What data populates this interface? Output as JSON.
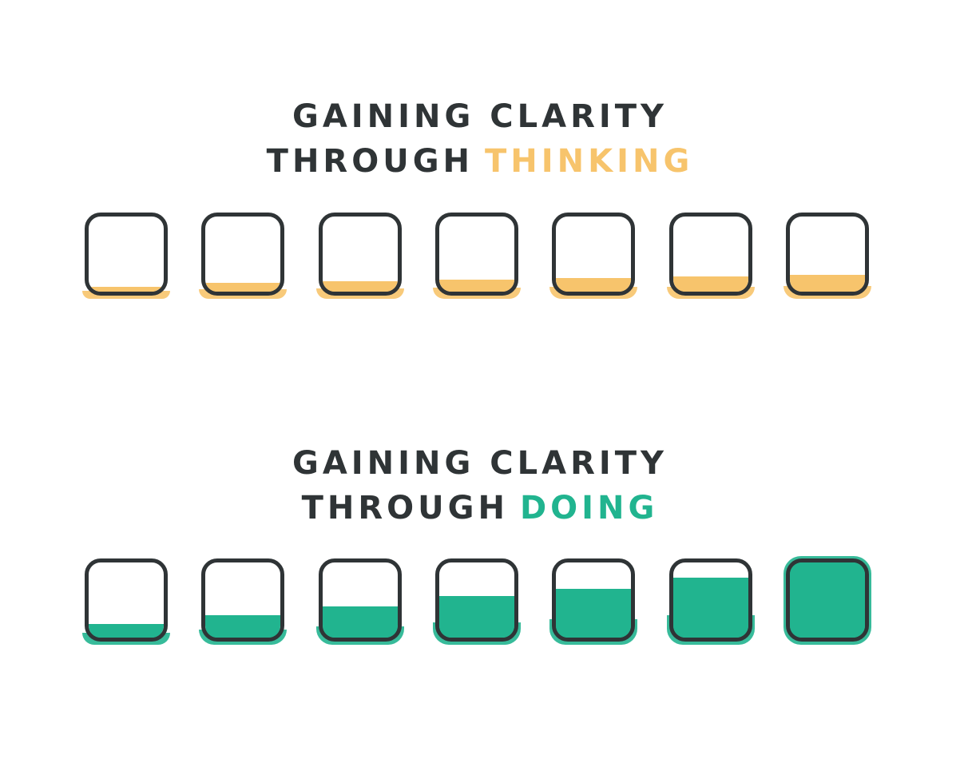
{
  "colors": {
    "ink": "#2f3436",
    "thinking": "#f7c46c",
    "doing": "#21b48f"
  },
  "thinking": {
    "heading_line1": "GAINING CLARITY",
    "heading_line2_prefix": "THROUGH",
    "heading_line2_accent": "THINKING",
    "fill_levels": [
      0.06,
      0.12,
      0.14,
      0.16,
      0.18,
      0.2,
      0.22
    ]
  },
  "doing": {
    "heading_line1": "GAINING CLARITY",
    "heading_line2_prefix": "THROUGH",
    "heading_line2_accent": "DOING",
    "fill_levels": [
      0.18,
      0.3,
      0.42,
      0.55,
      0.65,
      0.8,
      1.0
    ]
  }
}
